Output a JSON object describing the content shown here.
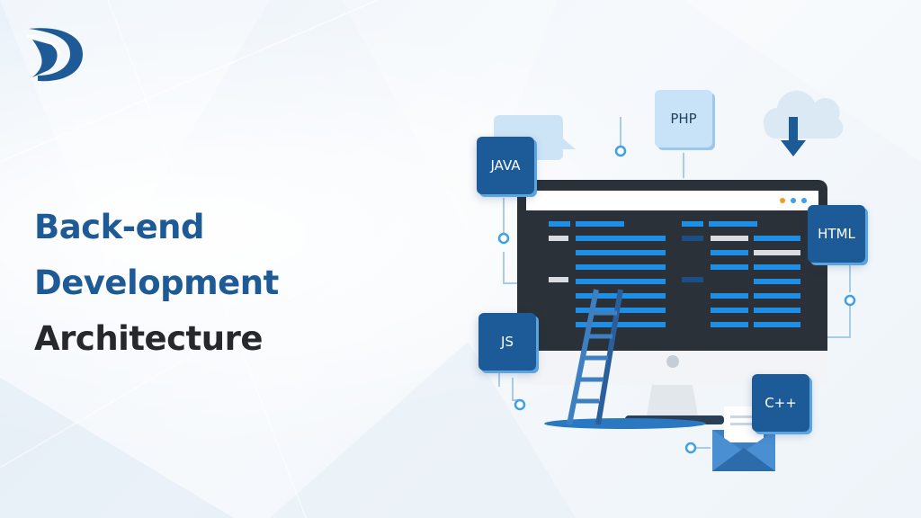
{
  "headline": {
    "line1": "Back-end",
    "line2": "Development",
    "line3": "Architecture"
  },
  "languages": {
    "java": "JAVA",
    "php": "PHP",
    "html": "HTML",
    "js": "JS",
    "cpp": "C++"
  },
  "colors": {
    "brand_blue": "#1d5a96",
    "dark_text": "#26282c",
    "screen": "#2b3138",
    "code_blue": "#1e8fe6"
  }
}
